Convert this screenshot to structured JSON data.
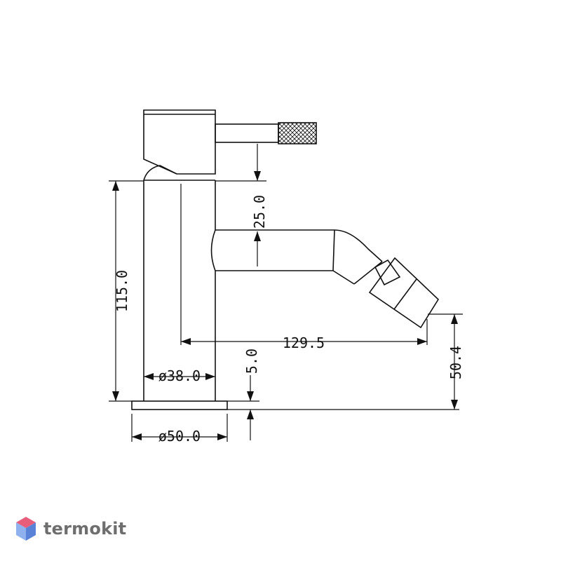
{
  "drawing": {
    "dimensions": {
      "height_total": "115.0",
      "lever_offset": "25.0",
      "spout_reach": "129.5",
      "body_diameter": "ø38.0",
      "base_height": "5.0",
      "base_diameter": "ø50.0",
      "outlet_height": "50.4"
    }
  },
  "brand": {
    "name": "termokit",
    "colors": {
      "top": "#e85d7a",
      "left": "#8fb2ee",
      "right": "#5a83d8"
    }
  },
  "colors": {
    "line": "#111111",
    "background": "#ffffff"
  }
}
